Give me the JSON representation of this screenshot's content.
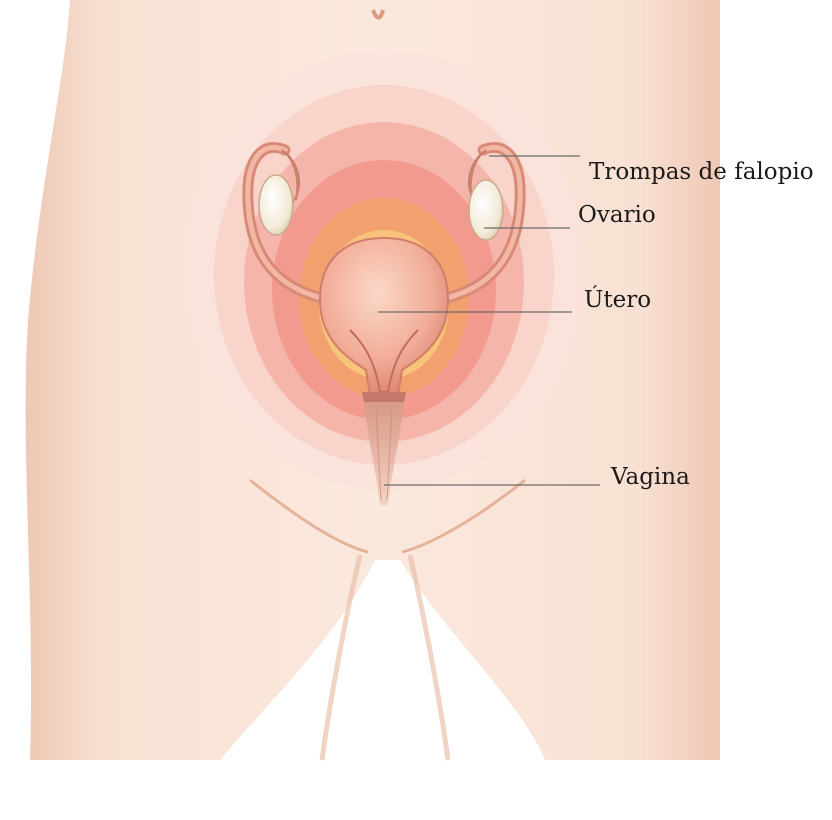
{
  "labels": {
    "fallopian_tubes": "Trompas de falopio",
    "ovary": "Ovario",
    "uterus": "Útero",
    "vagina": "Vagina"
  },
  "colors": {
    "skin": "#f6dccd",
    "skin_shadow": "#e9b9a3",
    "aura_outer": "#f8c9c2",
    "aura_inner": "#f08a7f",
    "uterus": "#f1a994",
    "ovary": "#f6efe0",
    "leader_line": "#6b6b6b"
  }
}
